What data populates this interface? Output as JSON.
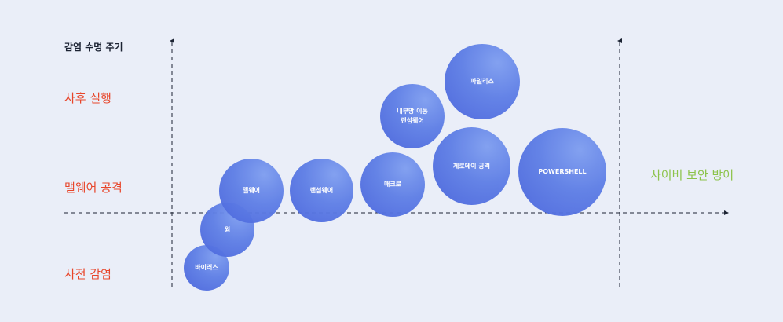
{
  "diagram": {
    "title": "감염 수명 주기",
    "stages": {
      "post_execution": "사후 실행",
      "malware_attack": "맬웨어 공격",
      "pre_infection": "사전 감염"
    },
    "defense_label": "사이버 보안 방어",
    "bubbles": {
      "virus": "바이러스",
      "worm": "웜",
      "malware": "맬웨어",
      "ransomware": "랜섬웨어",
      "macro": "매크로",
      "lateral_ransomware": "내부망 이동\n랜섬웨어",
      "fileless": "파일리스",
      "zero_day": "제로데이 공격",
      "powershell": "POWERSHELL"
    },
    "colors": {
      "stage_text": "#e8452a",
      "defense_text": "#8cc34a",
      "bubble": "#5f7fe6",
      "background": "#eaeef8"
    }
  }
}
